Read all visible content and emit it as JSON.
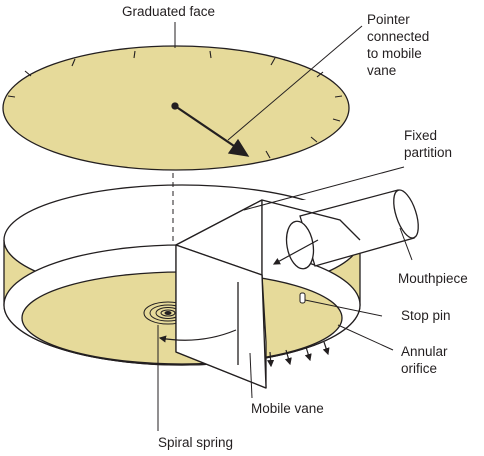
{
  "colors": {
    "fill": "#e6da9a",
    "stroke": "#231f20",
    "background": "#ffffff"
  },
  "labels": {
    "graduated_face": "Graduated face",
    "pointer": [
      "Pointer",
      "connected",
      "to mobile",
      "vane"
    ],
    "fixed_partition": [
      "Fixed",
      "partition"
    ],
    "mouthpiece": "Mouthpiece",
    "stop_pin": "Stop pin",
    "annular_orifice": [
      "Annular",
      "orifice"
    ],
    "mobile_vane": "Mobile vane",
    "spiral_spring": "Spiral spring"
  }
}
